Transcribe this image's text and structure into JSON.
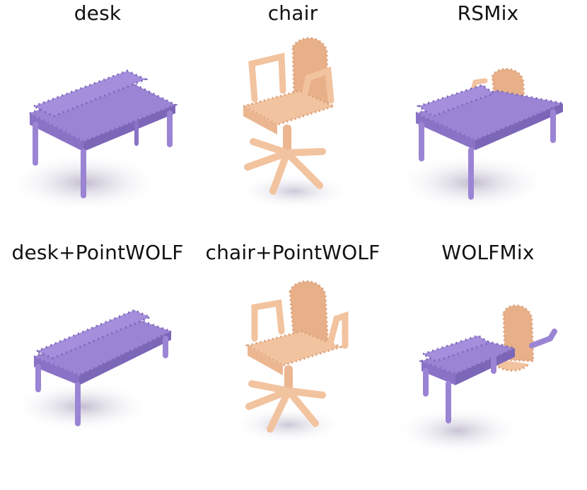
{
  "panels": [
    {
      "label": "desk",
      "object": "desk"
    },
    {
      "label": "chair",
      "object": "chair"
    },
    {
      "label": "RSMix",
      "object": "mix"
    },
    {
      "label": "desk+PointWOLF",
      "object": "desk"
    },
    {
      "label": "chair+PointWOLF",
      "object": "chair"
    },
    {
      "label": "WOLFMix",
      "object": "mix"
    }
  ],
  "colors": {
    "desk": "#9b84d4",
    "desk_dark": "#7c66b8",
    "chair": "#f2c39f",
    "chair_dark": "#d9a07a",
    "shadow": "#b9b2c9"
  }
}
